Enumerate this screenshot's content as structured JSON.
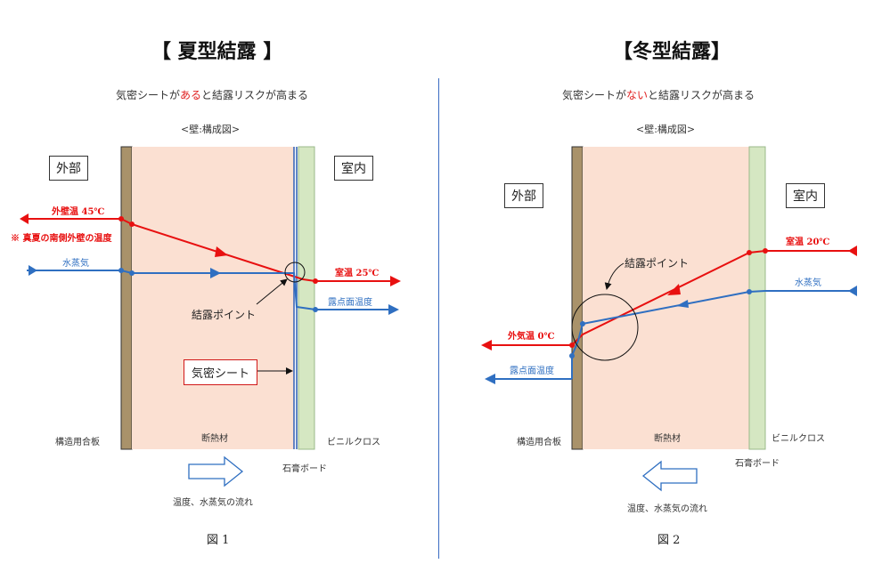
{
  "left": {
    "title": "【 夏型結露 】",
    "subtitle_pre": "気密シートが",
    "subtitle_em": "ある",
    "subtitle_post": "と結露リスクが高まる",
    "section": "<壁:構成図>",
    "outside": "外部",
    "inside": "室内",
    "outer_temp": "外壁温 45℃",
    "note": "※ 真夏の南側外壁の温度",
    "vapor_left": "水蒸気",
    "room_temp": "室温 25℃",
    "condensation_point": "結露ポイント",
    "dew_temp": "露点面温度",
    "airtight_sheet": "気密シート",
    "plywood": "構造用合板",
    "insulation": "断熱材",
    "vinyl_cloth": "ビニルクロス",
    "gypsum": "石膏ボード",
    "flow": "温度、水蒸気の流れ",
    "figure": "図 1"
  },
  "right": {
    "title": "【冬型結露】",
    "subtitle_pre": "気密シートが",
    "subtitle_em": "ない",
    "subtitle_post": "と結露リスクが高まる",
    "section": "<壁:構成図>",
    "outside": "外部",
    "inside": "室内",
    "room_temp": "室温 20℃",
    "vapor_right": "水蒸気",
    "condensation_point": "結露ポイント",
    "outside_temp": "外気温 0℃",
    "dew_temp": "露点面温度",
    "plywood": "構造用合板",
    "insulation": "断熱材",
    "vinyl_cloth": "ビニルクロス",
    "gypsum": "石膏ボード",
    "flow": "温度、水蒸気の流れ",
    "figure": "図 2"
  },
  "colors": {
    "temperature_line": "#e81010",
    "vapor_line": "#2f6fc1",
    "insulation": "#fbe0d2",
    "plywood": "#a9926a",
    "gypsum": "#d5e7c2"
  },
  "icons": {
    "left_flow": "arrow-right-outline-icon",
    "right_flow": "arrow-left-outline-icon"
  }
}
